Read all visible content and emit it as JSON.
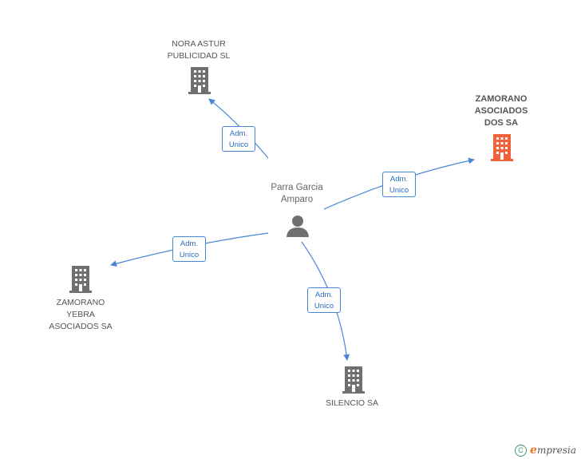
{
  "colors": {
    "edge": "#4a86d8",
    "building": "#6f6f6f",
    "building_highlight": "#f2623a",
    "person": "#6f6f6f"
  },
  "center": {
    "name": "Parra Garcia\nAmparo",
    "icon": "person-icon"
  },
  "companies": [
    {
      "id": "nora",
      "name": "NORA ASTUR\nPUBLICIDAD SL",
      "icon": "building-icon",
      "highlight": false
    },
    {
      "id": "zamorano-dos",
      "name": "ZAMORANO\nASOCIADOS\nDOS SA",
      "icon": "building-icon",
      "highlight": true
    },
    {
      "id": "zamorano-yebra",
      "name": "ZAMORANO\nYEBRA\nASOCIADOS SA",
      "icon": "building-icon",
      "highlight": false
    },
    {
      "id": "silencio",
      "name": "SILENCIO SA",
      "icon": "building-icon",
      "highlight": false
    }
  ],
  "relations": [
    {
      "to": "nora",
      "line1": "Adm.",
      "line2": "Unico"
    },
    {
      "to": "zamorano-dos",
      "line1": "Adm.",
      "line2": "Unico"
    },
    {
      "to": "zamorano-yebra",
      "line1": "Adm.",
      "line2": "Unico"
    },
    {
      "to": "silencio",
      "line1": "Adm.",
      "line2": "Unico"
    }
  ],
  "footer": {
    "copyright_symbol": "C",
    "brand_initial": "e",
    "brand_rest": "mpresia"
  }
}
